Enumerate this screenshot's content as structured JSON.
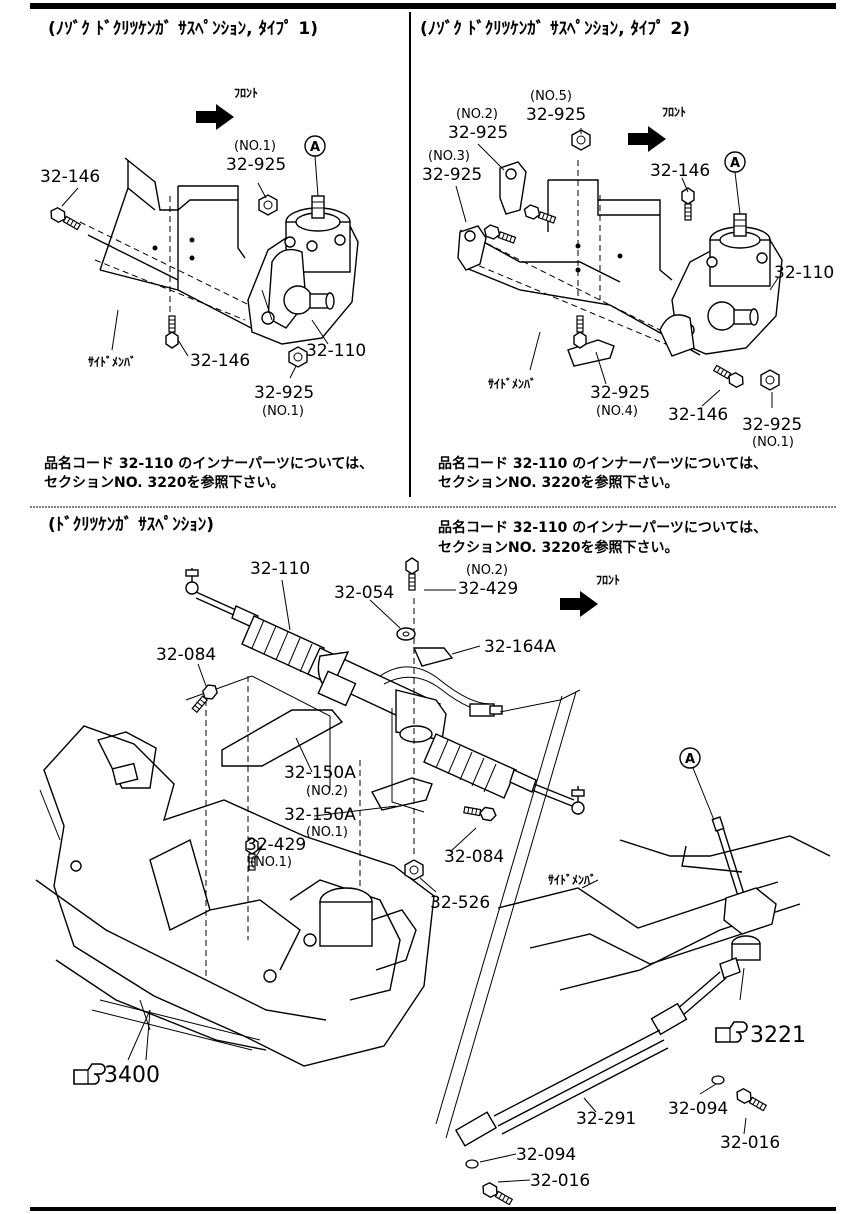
{
  "panels": {
    "top_left": {
      "title": "(ﾉｿﾞｸ ﾄﾞｸﾘﾂｹﾝｶﾞ ｻｽﾍﾟﾝｼｮﾝ, ﾀｲﾌﾟ 1)",
      "front_label": "ﾌﾛﾝﾄ",
      "side_member_label": "ｻｲﾄﾞﾒﾝﾊﾞ",
      "marker": "A",
      "note_line1": "品名コード 32-110 のインナーパーツについては、",
      "note_line2": "セクションNO. 3220を参照下さい。",
      "parts": [
        {
          "code": "32-146"
        },
        {
          "code": "32-925",
          "sub": "(NO.1)"
        },
        {
          "code": "32-146"
        },
        {
          "code": "32-110"
        },
        {
          "code": "32-925",
          "sub": "(NO.1)"
        }
      ]
    },
    "top_right": {
      "title": "(ﾉｿﾞｸ ﾄﾞｸﾘﾂｹﾝｶﾞ ｻｽﾍﾟﾝｼｮﾝ, ﾀｲﾌﾟ 2)",
      "front_label": "ﾌﾛﾝﾄ",
      "side_member_label": "ｻｲﾄﾞﾒﾝﾊﾞ",
      "marker": "A",
      "note_line1": "品名コード 32-110 のインナーパーツについては、",
      "note_line2": "セクションNO. 3220を参照下さい。",
      "parts": [
        {
          "code": "32-925",
          "sub": "(NO.5)"
        },
        {
          "code": "32-925",
          "sub": "(NO.2)"
        },
        {
          "code": "32-925",
          "sub": "(NO.3)"
        },
        {
          "code": "32-146"
        },
        {
          "code": "32-110"
        },
        {
          "code": "32-925",
          "sub": "(NO.4)"
        },
        {
          "code": "32-146"
        },
        {
          "code": "32-925",
          "sub": "(NO.1)"
        }
      ]
    },
    "bottom": {
      "title": "(ﾄﾞｸﾘﾂｹﾝｶﾞ ｻｽﾍﾟﾝｼｮﾝ)",
      "front_label": "ﾌﾛﾝﾄ",
      "side_member_label": "ｻｲﾄﾞﾒﾝﾊﾞ",
      "marker": "A",
      "note_line1": "品名コード 32-110 のインナーパーツについては、",
      "note_line2": "セクションNO. 3220を参照下さい。",
      "parts": [
        {
          "code": "32-110"
        },
        {
          "code": "32-054"
        },
        {
          "code": "32-429",
          "sub": "(NO.2)"
        },
        {
          "code": "32-164A"
        },
        {
          "code": "32-084"
        },
        {
          "code": "32-150A",
          "sub": "(NO.2)"
        },
        {
          "code": "32-150A",
          "sub": "(NO.1)"
        },
        {
          "code": "32-429",
          "sub": "(NO.1)"
        },
        {
          "code": "32-084"
        },
        {
          "code": "32-526"
        },
        {
          "code": "32-291"
        },
        {
          "code": "32-094"
        },
        {
          "code": "32-016"
        },
        {
          "code": "32-094"
        },
        {
          "code": "32-016"
        }
      ],
      "refs": [
        {
          "code": "3400"
        },
        {
          "code": "3221"
        }
      ]
    }
  }
}
